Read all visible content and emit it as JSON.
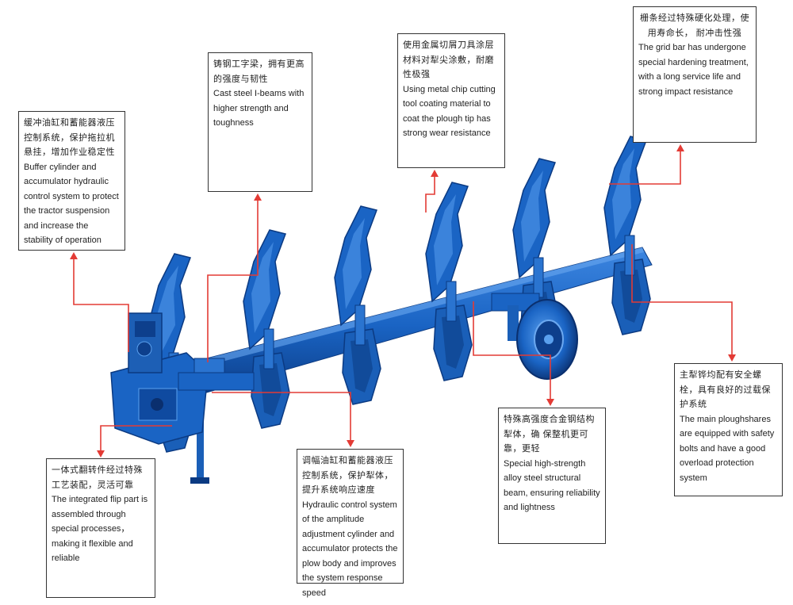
{
  "colors": {
    "callout_line": "#e33b35",
    "machine_blue": "#1a64c4",
    "machine_dark": "#0b3a82",
    "box_border": "#333333",
    "text": "#222222"
  },
  "callouts": [
    {
      "cn": "缓冲油缸和蓄能器液压控制系统，保护拖拉机悬挂，增加作业稳定性",
      "en": "Buffer cylinder and accumulator hydraulic control system to protect the tractor suspension and increase the stability of operation"
    },
    {
      "cn": "铸钢工字梁，拥有更高的强度与韧性",
      "en": "Cast steel I-beams with higher strength  and toughness"
    },
    {
      "cn": "使用金属切屑刀具涂层材料对犁尖涂敷，耐磨性极强",
      "en": "Using metal chip cutting tool coating material to coat the plough tip has strong wear resistance"
    },
    {
      "cn": "栅条经过特殊硬化处理，使用寿命长，  耐冲击性强",
      "en": "The grid bar has undergone special hardening treatment, with a long service life and strong impact resistance"
    },
    {
      "cn": "主犁铧均配有安全螺栓，具有良好的过载保护系统",
      "en": "The main ploughshares are equipped with safety bolts and have a good overload  protection system"
    },
    {
      "cn": "特殊高强度合金钢结构犁体，确 保整机更可靠，更轻",
      "en": "Special high-strength alloy steel structural beam, ensuring reliability and lightness"
    },
    {
      "cn": "调幅油缸和蓄能器液压控制系统，保护犁体，提升系统响应速度",
      "en": "Hydraulic control system of the amplitude adjustment cylinder and accumulator protects the plow body and improves the system response speed"
    },
    {
      "cn": "一体式翻转件经过特殊工艺装配，灵活可靠",
      "en": "The integrated flip part is assembled through special  processes，making it flexible and reliable"
    }
  ]
}
